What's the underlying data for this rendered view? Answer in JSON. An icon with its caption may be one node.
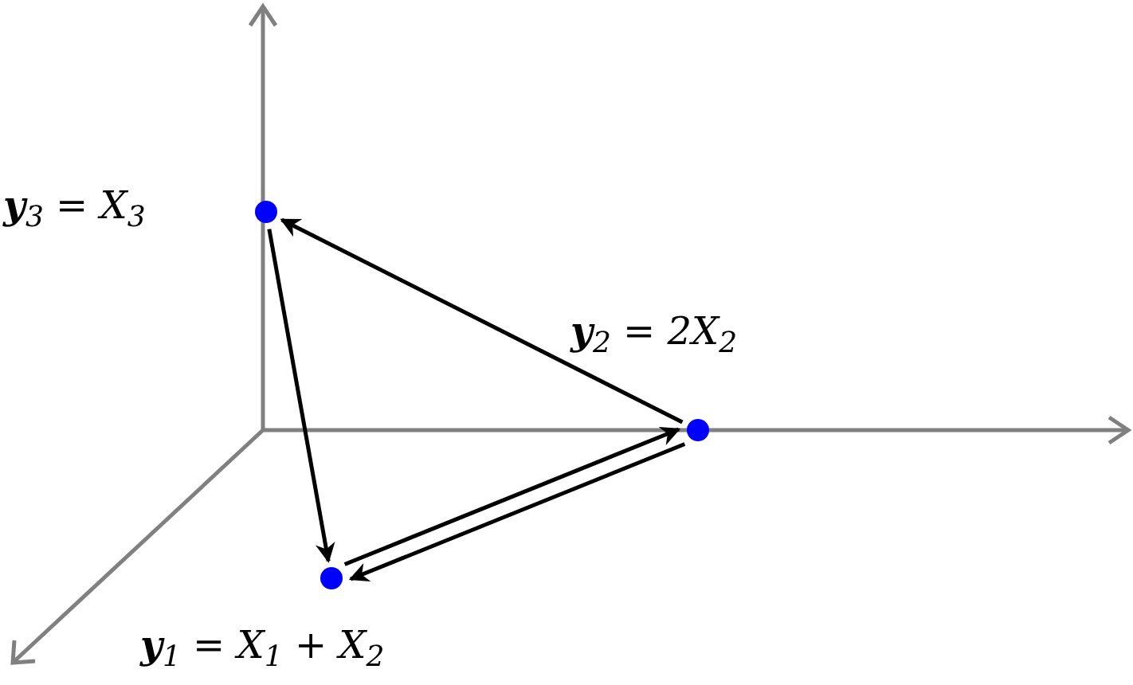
{
  "diagram": {
    "nodes": [
      {
        "text": [],
        "shape": "circle",
        "beside": [
          "**y**$_{3}$ = X$_{3}$"
        ]
      },
      {
        "text": [],
        "shape": "circle",
        "beside": [
          "**y**$_{2}$ = 2X$_{2}$"
        ]
      },
      {
        "text": [],
        "shape": "circle",
        "beside": [
          "**y**$_{1}$ = X$_{1}$ + X$_{2}$"
        ]
      }
    ],
    "edges": [
      {
        "from": 1,
        "to": 0,
        "arrow": "to"
      },
      {
        "from": 0,
        "to": 2,
        "arrow": "to"
      },
      {
        "from": 2,
        "to": 1,
        "arrow": "to"
      },
      {
        "from": 1,
        "to": 2,
        "arrow": "to"
      }
    ]
  }
}
